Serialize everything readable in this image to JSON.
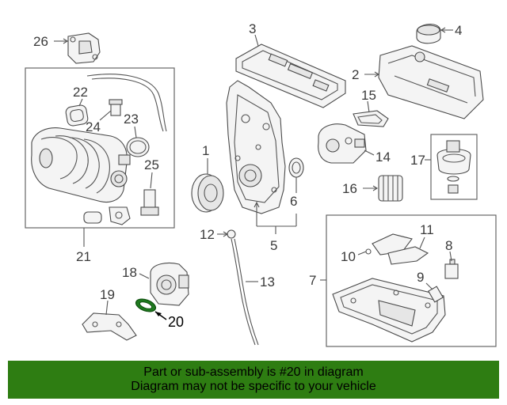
{
  "diagram": {
    "highlight_color": "#1f7a1f",
    "labels": {
      "p1": "1",
      "p2": "2",
      "p3": "3",
      "p4": "4",
      "p5": "5",
      "p6": "6",
      "p7": "7",
      "p8": "8",
      "p9": "9",
      "p10": "10",
      "p11": "11",
      "p12": "12",
      "p13": "13",
      "p14": "14",
      "p15": "15",
      "p16": "16",
      "p17": "17",
      "p18": "18",
      "p19": "19",
      "p20": "20",
      "p21": "21",
      "p22": "22",
      "p23": "23",
      "p24": "24",
      "p25": "25",
      "p26": "26"
    }
  },
  "banner": {
    "line1": "Part or sub-assembly is #20 in diagram",
    "line2": "Diagram may not be specific to your vehicle",
    "background": "#2e7d12"
  }
}
